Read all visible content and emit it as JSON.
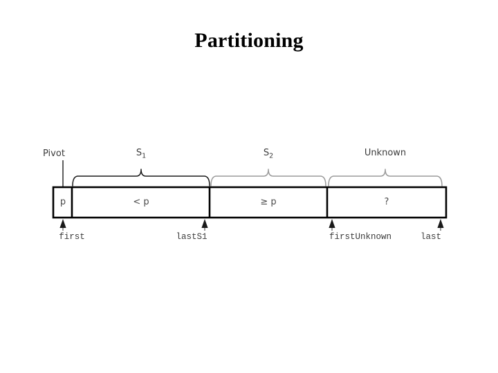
{
  "slide": {
    "title": "Partitioning"
  },
  "diagram": {
    "name": "array-partition-diagram",
    "colors": {
      "outline": "#000000",
      "brace_dark": "#1a1a1a",
      "brace_light": "#9a9a9a",
      "text": "#3a3a3a",
      "background": "#ffffff"
    },
    "pivot_annotation": {
      "label": "Pivot",
      "points_to_cell": "pivot-cell"
    },
    "region_labels": [
      {
        "id": "s1",
        "text": "S",
        "subscript": "1"
      },
      {
        "id": "s2",
        "text": "S",
        "subscript": "2"
      },
      {
        "id": "unknown",
        "text": "Unknown",
        "subscript": ""
      }
    ],
    "cells": [
      {
        "id": "pivot-cell",
        "label": "p"
      },
      {
        "id": "s1-cell",
        "label": "< p"
      },
      {
        "id": "s2-cell",
        "label": "≥ p"
      },
      {
        "id": "unknown-cell",
        "label": "?"
      }
    ],
    "index_labels": [
      {
        "id": "first",
        "text": "first"
      },
      {
        "id": "lastS1",
        "text": "lastS1"
      },
      {
        "id": "firstUnknown",
        "text": "firstUnknown"
      },
      {
        "id": "last",
        "text": "last"
      }
    ]
  }
}
